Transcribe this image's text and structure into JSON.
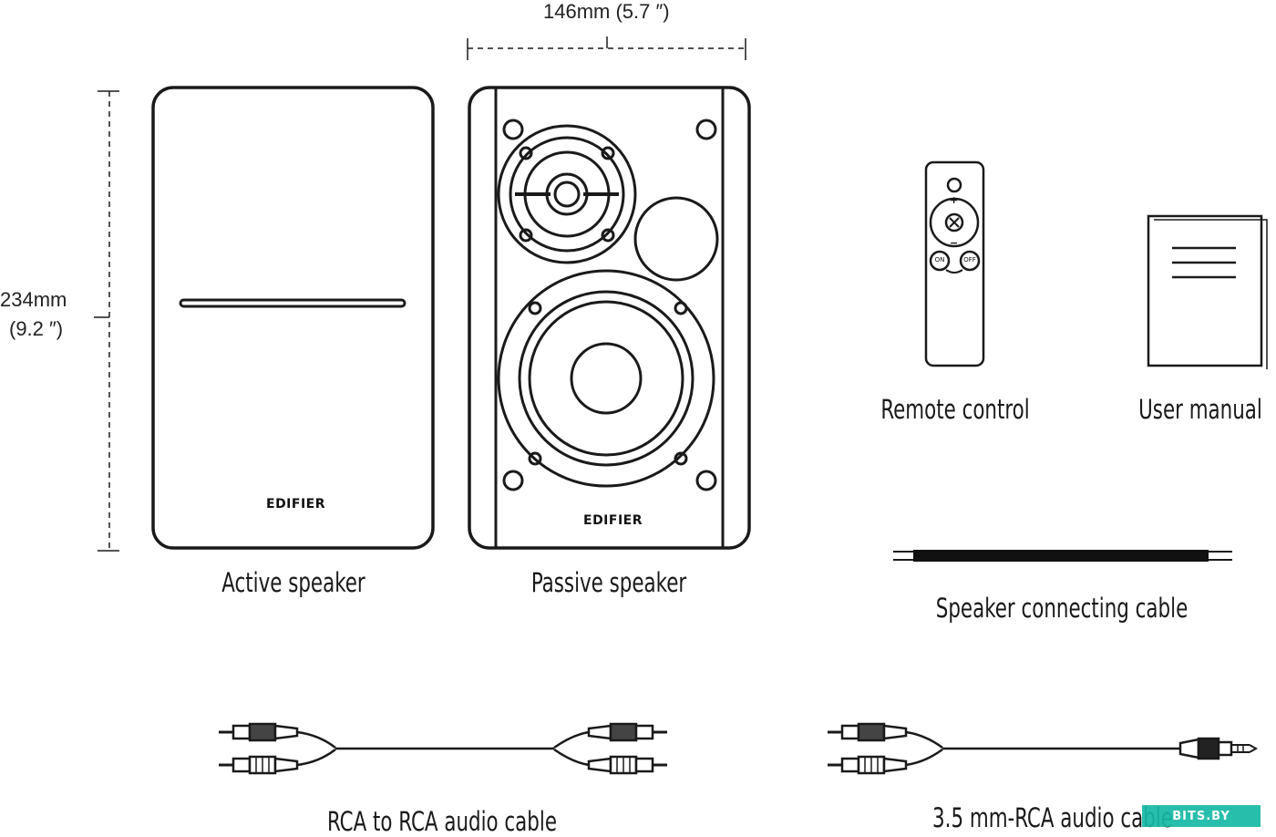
{
  "dimensions": {
    "width_label": "146mm",
    "width_inches": "(5.7 ″)",
    "height_label": "234mm",
    "height_inches": "(9.2 ″)"
  },
  "brand_text": "EDIFIER",
  "captions": {
    "active_speaker": "Active speaker",
    "passive_speaker": "Passive speaker",
    "remote_control": "Remote control",
    "user_manual": "User manual",
    "speaker_cable": "Speaker connecting cable",
    "rca_cable": "RCA to RCA audio cable",
    "aux_cable": "3.5 mm-RCA audio cable"
  },
  "remote_buttons": {
    "plus": "+",
    "minus": "−",
    "left": "ON",
    "right": "OFF"
  },
  "watermark": "BITS.BY",
  "colors": {
    "line": "#1a1a1a",
    "watermark": "#16b9a6"
  }
}
